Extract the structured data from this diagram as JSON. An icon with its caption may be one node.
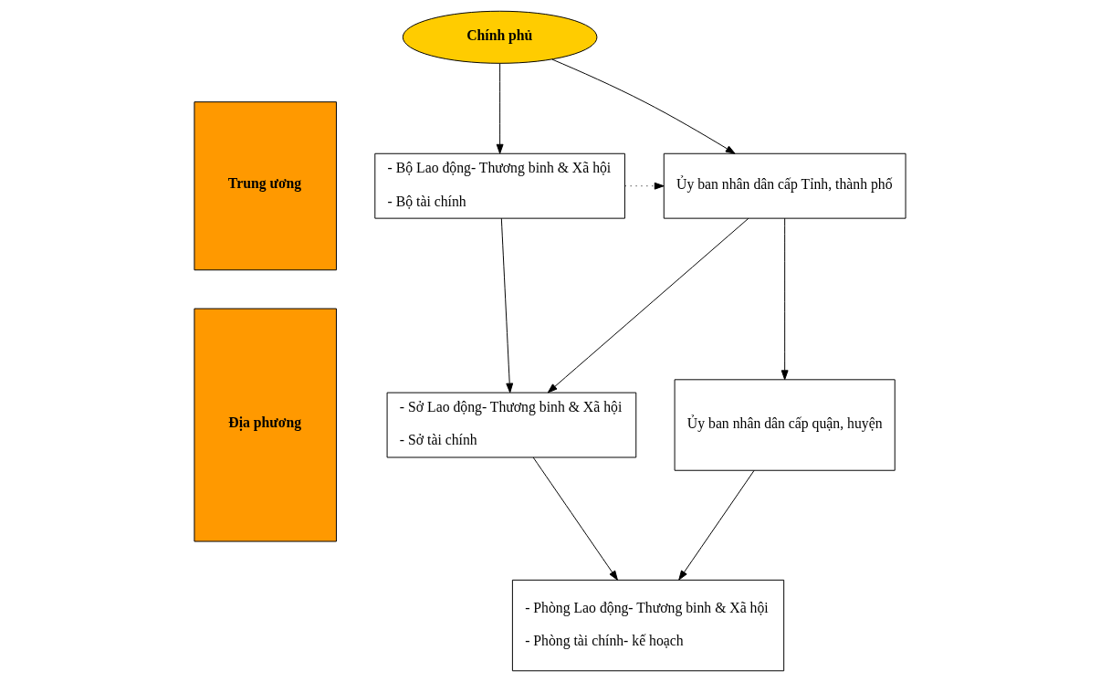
{
  "diagram": {
    "nodes": [
      {
        "text": [
          "Trung ương"
        ]
      },
      {
        "text": [
          "Địa phương"
        ]
      },
      {
        "text": [
          "Chính phủ"
        ]
      },
      {
        "text": [
          "- Bộ Lao động- Thương binh & Xã hội",
          "- Bộ tài chính"
        ]
      },
      {
        "text": [
          "Ủy ban nhân dân cấp Tỉnh, thành phố"
        ]
      },
      {
        "text": [
          "- Sở Lao động- Thương binh & Xã hội",
          "- Sở tài chính"
        ]
      },
      {
        "text": [
          "Ủy ban nhân dân cấp quận, huyện"
        ]
      },
      {
        "text": [
          "- Phòng Lao động- Thương binh & Xã hội",
          "- Phòng tài chính- kế hoạch"
        ]
      }
    ],
    "edges": [
      {
        "from": 2,
        "to": 3,
        "arrow": "to"
      },
      {
        "from": 2,
        "to": 4,
        "arrow": "to"
      },
      {
        "from": 3,
        "to": 4,
        "arrow": "to",
        "style": "dashed"
      },
      {
        "from": 3,
        "to": 5,
        "arrow": "to"
      },
      {
        "from": 4,
        "to": 5,
        "arrow": "to"
      },
      {
        "from": 4,
        "to": 6,
        "arrow": "to"
      },
      {
        "from": 5,
        "to": 7,
        "arrow": "to"
      },
      {
        "from": 6,
        "to": 7,
        "arrow": "to"
      }
    ]
  }
}
